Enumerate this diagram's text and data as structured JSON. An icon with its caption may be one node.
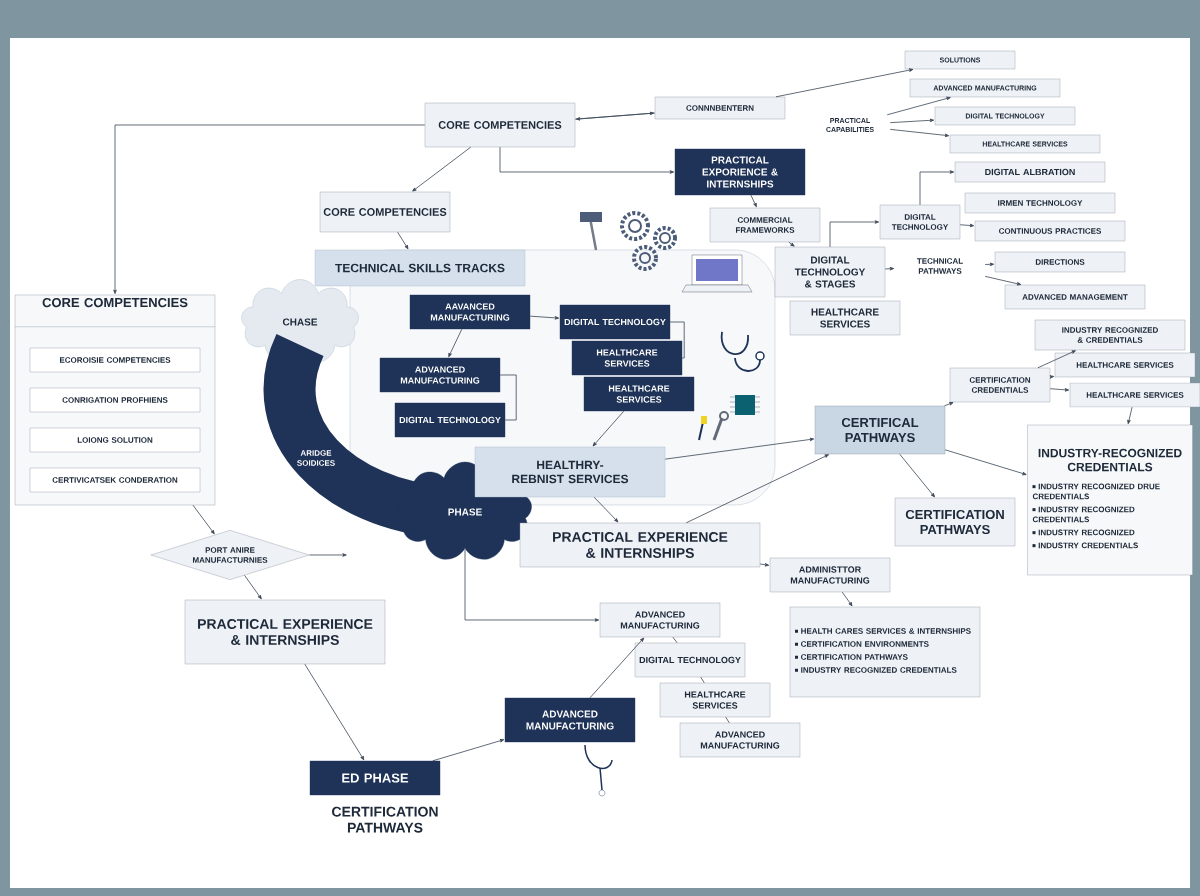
{
  "diagram": {
    "nodes": [
      {
        "text": [
          "CORE COMPETENCIES"
        ]
      },
      {
        "text": [
          "CONNNBENTERN"
        ]
      },
      {
        "text": [
          "PRACTICAL EXPORIENCE & INTERNSHIPS"
        ]
      },
      {
        "text": [
          "CORE COMPETENCIES"
        ]
      },
      {
        "text": [
          "TECHNICAL SKILLS TRACKS"
        ]
      },
      {
        "text": [
          "CHASE"
        ]
      },
      {
        "text": [
          "ARIDGE SOIDICES"
        ]
      },
      {
        "text": [
          "PHASE"
        ]
      },
      {
        "text": [
          "CORE COMPETENCIES"
        ]
      },
      {
        "text": [
          "ECOROISIE COMPETENCIES"
        ],
        "in": 8
      },
      {
        "text": [
          "CONRIGATION PROFHIENS"
        ],
        "in": 8
      },
      {
        "text": [
          "LOIONG SOLUTION"
        ],
        "in": 8
      },
      {
        "text": [
          "CERTIVICATSEK CONDERATION"
        ],
        "in": 8
      },
      {
        "text": [
          "PORT ANIRE MANUFACTURNIES"
        ]
      },
      {
        "text": [
          "PRACTICAL EXPERIENCE & INTERNSHIPS"
        ]
      },
      {
        "text": [
          "ED PHASE"
        ],
        "beside": [
          "CERTIFICATION PATHWAYS"
        ]
      },
      {
        "text": [
          "AAVANCED MANUFACTURING"
        ]
      },
      {
        "text": [
          "DIGITAL TECHNOLOGY"
        ]
      },
      {
        "text": [
          "HEALTHCARE SERVICES"
        ]
      },
      {
        "text": [
          "HEALTHCARE SERVICES"
        ]
      },
      {
        "text": [
          "ADVANCED MANUFACTURING"
        ]
      },
      {
        "text": [
          "DIGITAL TECHNOLOGY"
        ]
      },
      {
        "text": [
          "HEALTHRY-REBNIST SERVICES"
        ]
      },
      {
        "text": [
          "PRACTICAL EXPERIENCE & INTERNSHIPS"
        ]
      },
      {
        "text": [
          "ADMINISTTOR MANUFACTURING"
        ]
      },
      {
        "text": [
          "HEALTH CARES SERVICES & INTERNSHIPS",
          "CERTIFICATION ENVIRONMENTS",
          "CERTIFICATION PATHWAYS",
          "INDUSTRY RECOGNIZED CREDENTIALS"
        ]
      },
      {
        "text": [
          "ADVANCED MANUFACTURING"
        ]
      },
      {
        "text": [
          "ADVANCED MANUFACTURING"
        ]
      },
      {
        "text": [
          "DIGITAL TECHNOLOGY"
        ]
      },
      {
        "text": [
          "HEALTHCARE SERVICES"
        ]
      },
      {
        "text": [
          "ADVANCED MANUFACTURING"
        ]
      },
      {
        "text": [
          "CERTIFICAL PATHWAYS"
        ]
      },
      {
        "text": [
          "CERTIFICATION PATHWAYS"
        ]
      },
      {
        "text": [
          "INDUSTRY-RECOGNIZED CREDENTIALS",
          "INDUSTRY RECOGNIZED DRUE CREDENTIALS",
          "INDUSTRY RECOGNIZED CREDENTIALS",
          "INDUSTRY RECOGNIZED",
          "INDUSTRY CREDENTIALS"
        ]
      },
      {
        "text": [
          "CERTIFICATION CREDENTIALS"
        ]
      },
      {
        "text": [
          "INDUSTRY RECOGNIZED & CREDENTIALS"
        ]
      },
      {
        "text": [
          "HEALTHCARE SERVICES"
        ]
      },
      {
        "text": [
          "HEALTHCARE SERVICES"
        ]
      },
      {
        "text": [
          "COMMERCIAL FRAMEWORKS"
        ]
      },
      {
        "text": [
          "DIGITAL TECHNOLOGY & STAGES"
        ]
      },
      {
        "text": [
          "HEALTHCARE SERVICES"
        ]
      },
      {
        "text": [
          "DIGITAL TECHNOLOGY"
        ]
      },
      {
        "text": [
          "TECHNICAL PATHWAYS"
        ]
      },
      {
        "text": [
          "DIGITAL ALBRATION"
        ]
      },
      {
        "text": [
          "IRMEN TECHNOLOGY"
        ]
      },
      {
        "text": [
          "CONTINUOUS PRACTICES"
        ]
      },
      {
        "text": [
          "DIRECTIONS"
        ]
      },
      {
        "text": [
          "ADVANCED MANAGEMENT"
        ]
      },
      {
        "text": [
          "PRACTICAL CAPABILITIES"
        ]
      },
      {
        "text": [
          "SOLUTIONS"
        ]
      },
      {
        "text": [
          "ADVANCED MANUFACTURING"
        ]
      },
      {
        "text": [
          "DIGITAL TECHNOLOGY"
        ]
      },
      {
        "text": [
          "HEALTHCARE SERVICES"
        ]
      }
    ],
    "edges": [
      {
        "from": 1,
        "to": 0,
        "arrow": "to"
      },
      {
        "from": 0,
        "to": 1,
        "arrow": "to"
      },
      {
        "from": 0,
        "to": 2,
        "arrow": "to"
      },
      {
        "from": 0,
        "to": 3,
        "arrow": "to"
      },
      {
        "from": 0,
        "to": 8,
        "arrow": "to"
      },
      {
        "from": 3,
        "to": 4,
        "arrow": "to"
      },
      {
        "from": 2,
        "to": 38,
        "arrow": "to"
      },
      {
        "from": 38,
        "to": 39,
        "arrow": "to"
      },
      {
        "from": 39,
        "to": 41,
        "arrow": "to"
      },
      {
        "from": 41,
        "to": 43,
        "arrow": "to"
      },
      {
        "from": 41,
        "to": 45,
        "arrow": "to"
      },
      {
        "from": 39,
        "to": 42,
        "arrow": "to"
      },
      {
        "from": 42,
        "to": 46,
        "arrow": "to"
      },
      {
        "from": 42,
        "to": 47,
        "arrow": "to"
      },
      {
        "from": 48,
        "to": 50,
        "arrow": "to"
      },
      {
        "from": 48,
        "to": 51,
        "arrow": "to"
      },
      {
        "from": 48,
        "to": 52,
        "arrow": "to"
      },
      {
        "from": 1,
        "to": 49,
        "arrow": "to"
      },
      {
        "from": 34,
        "to": 35,
        "arrow": "to"
      },
      {
        "from": 34,
        "to": 36,
        "arrow": "to"
      },
      {
        "from": 34,
        "to": 37,
        "arrow": "to"
      },
      {
        "from": 37,
        "to": 33,
        "arrow": "to"
      },
      {
        "from": 31,
        "to": 34,
        "arrow": "to"
      },
      {
        "from": 31,
        "to": 33,
        "arrow": "to"
      },
      {
        "from": 31,
        "to": 32,
        "arrow": "to"
      },
      {
        "from": 23,
        "to": 31,
        "arrow": "to"
      },
      {
        "from": 22,
        "to": 31,
        "arrow": "to"
      },
      {
        "from": 16,
        "to": 17,
        "arrow": "to"
      },
      {
        "from": 16,
        "to": 20,
        "arrow": "to"
      },
      {
        "from": 20,
        "to": 21,
        "arrow": "none"
      },
      {
        "from": 17,
        "to": 18,
        "arrow": "none"
      },
      {
        "from": 19,
        "to": 22,
        "arrow": "to"
      },
      {
        "from": 22,
        "to": 23,
        "arrow": "to"
      },
      {
        "from": 8,
        "to": 13,
        "arrow": "to"
      },
      {
        "from": 13,
        "to": 14,
        "arrow": "to"
      },
      {
        "from": 14,
        "to": 15,
        "arrow": "to"
      },
      {
        "from": 15,
        "to": 26,
        "arrow": "to"
      },
      {
        "from": 26,
        "to": 27,
        "arrow": "to"
      },
      {
        "from": 23,
        "to": 24,
        "arrow": "to"
      },
      {
        "from": 24,
        "to": 25,
        "arrow": "to"
      },
      {
        "from": 13,
        "to": null,
        "arrow": "to"
      },
      {
        "from": 7,
        "to": 27,
        "arrow": "to"
      },
      {
        "from": 27,
        "to": 28,
        "arrow": "none"
      },
      {
        "from": 28,
        "to": 29,
        "arrow": "none"
      },
      {
        "from": 29,
        "to": 30,
        "arrow": "none"
      }
    ]
  }
}
